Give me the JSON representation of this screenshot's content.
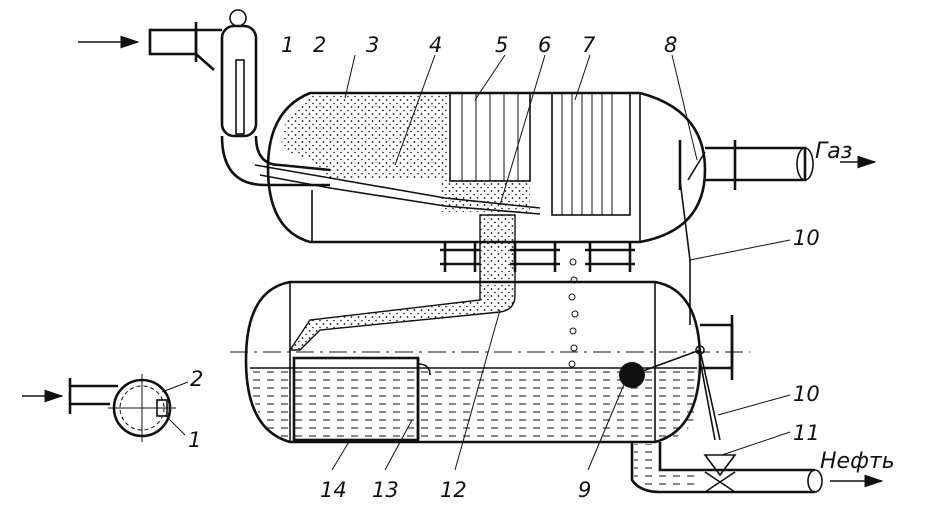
{
  "labels": {
    "n1": "1",
    "n2": "2",
    "n3": "3",
    "n4": "4",
    "n5": "5",
    "n6": "6",
    "n7": "7",
    "n8": "8",
    "n9": "9",
    "n10a": "10",
    "n10b": "10",
    "n11": "11",
    "n12": "12",
    "n13": "13",
    "n14": "14",
    "inset1": "1",
    "inset2": "2",
    "gas": "Газ",
    "oil": "Нефть"
  },
  "colors": {
    "ink": "#111111",
    "paper": "#ffffff",
    "liquid_tint": "#d9d9d9"
  }
}
